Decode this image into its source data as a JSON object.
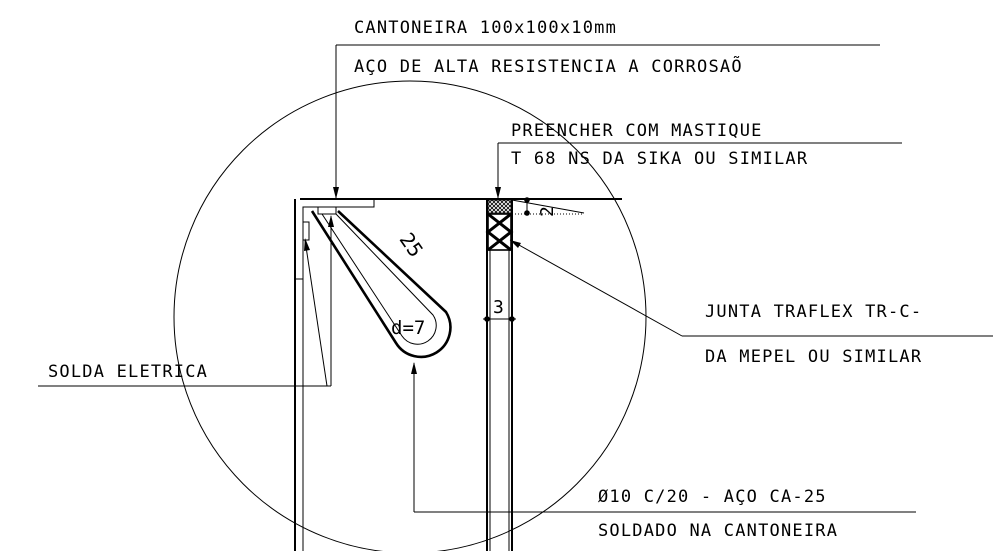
{
  "labels": {
    "cantoneira_line1": "CANTONEIRA 100x100x10mm",
    "cantoneira_line2": "AÇO DE ALTA RESISTENCIA A CORROSAÕ",
    "preencher_line1": "PREENCHER COM MASTIQUE",
    "preencher_line2": "T 68 NS DA SIKA OU SIMILAR",
    "junta_line1": "JUNTA TRAFLEX TR-C-",
    "junta_line2": "DA MEPEL OU SIMILAR",
    "solda": "SOLDA ELETRICA",
    "bar_line1": "Ø10 C/20 - AÇO CA-25",
    "bar_line2": "SOLDADO NA CANTONEIRA"
  },
  "dimensions": {
    "bend": "25",
    "diameter": "d=7",
    "gap": "3",
    "depth": "2"
  },
  "colors": {
    "ink": "#000000",
    "background": "#ffffff"
  }
}
